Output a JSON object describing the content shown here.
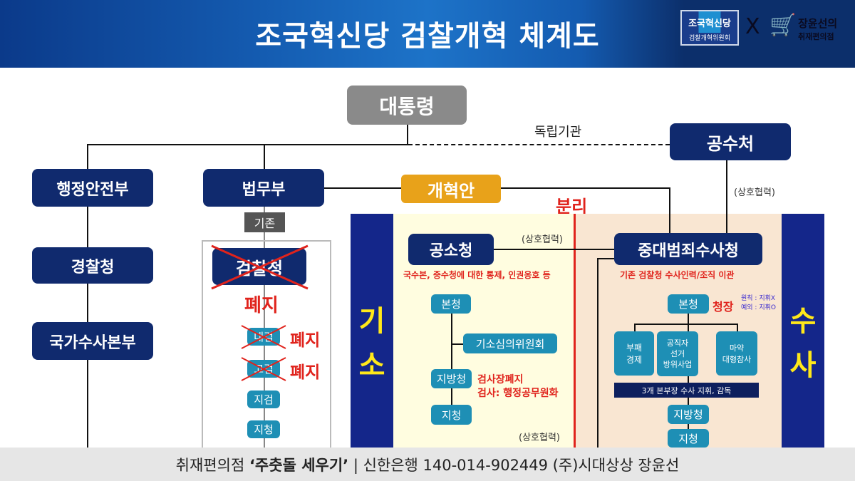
{
  "header": {
    "title": "조국혁신당 검찰개혁 체계도",
    "logo_party": "조국혁신당",
    "logo_party_sub": "검찰개혁위원회",
    "logo_x": "X",
    "logo_partner": "장윤선의",
    "logo_partner_sub": "취재편의점"
  },
  "top": {
    "president": "대통령",
    "independent": "독립기관",
    "gongsucheo": "공수처",
    "mutual1": "(상호협력)",
    "mois": "행정안전부",
    "moj": "법무부",
    "reform": "개혁안",
    "separation": "분리"
  },
  "police": {
    "police_agency": "경찰청",
    "nib": "국가수사본부"
  },
  "existing": {
    "label": "기존",
    "prosecution": "검찰청",
    "abolish": "폐지",
    "items": [
      {
        "label": "대검",
        "note": "폐지"
      },
      {
        "label": "고검",
        "note": "폐지"
      },
      {
        "label": "지검"
      },
      {
        "label": "지청"
      }
    ]
  },
  "prosecute": {
    "side_label_1": "기",
    "side_label_2": "소",
    "agency": "공소청",
    "mutual": "(상호협력)",
    "desc": "국수본, 중수청에 대한 통제, 인권옹호 등",
    "hq": "본청",
    "committee": "기소심의위원회",
    "regional": "지방청",
    "branch": "지청",
    "note1": "검사장폐지",
    "note2": "검사: 행정공무원화",
    "mutual_bottom": "(상호협력)"
  },
  "investigate": {
    "side_label_1": "수",
    "side_label_2": "사",
    "agency": "중대범죄수사청",
    "desc": "기존 검찰청 수사인력/조직 이관",
    "hq": "본청",
    "chief": "청장",
    "rule1": "원칙 : 지휘X",
    "rule2": "예외 : 지휘O",
    "div1": "부패\n경제",
    "div2": "공직자\n선거\n방위사업",
    "div3": "마약\n대형참사",
    "bar": "3개 본부장 수사 지휘, 감독",
    "regional": "지방청",
    "branch": "지청"
  },
  "footer": {
    "pre": "취재편의점 ",
    "bold": "‘주춧돌 세우기’",
    "post": " | 신한은행 140-014-902449 (주)시대상상 장윤선"
  }
}
